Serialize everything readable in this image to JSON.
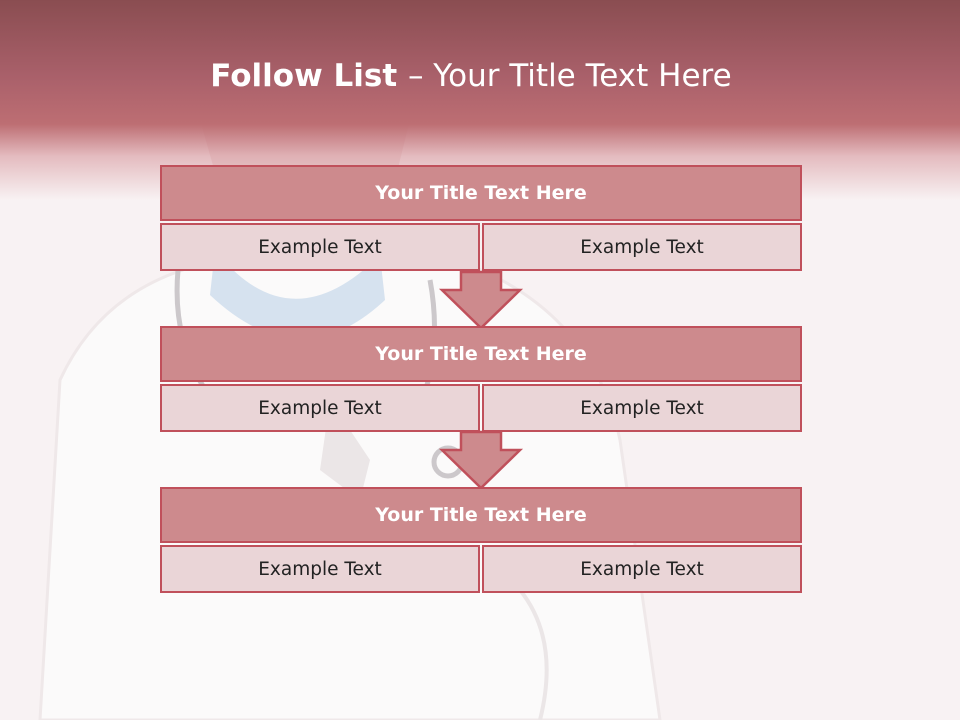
{
  "title": {
    "strong": "Follow List ",
    "rest": " – Your Title Text Here"
  },
  "blocks": [
    {
      "title": "Your Title Text Here",
      "left": "Example Text",
      "right": "Example Text"
    },
    {
      "title": "Your Title Text Here",
      "left": "Example Text",
      "right": "Example Text"
    },
    {
      "title": "Your Title Text Here",
      "left": "Example Text",
      "right": "Example Text"
    }
  ],
  "colors": {
    "header": "#b5686e",
    "title_fill": "#cd8a8d",
    "cell_fill": "#ead5d7",
    "border": "#c0505b",
    "background": "#f8f2f3"
  }
}
